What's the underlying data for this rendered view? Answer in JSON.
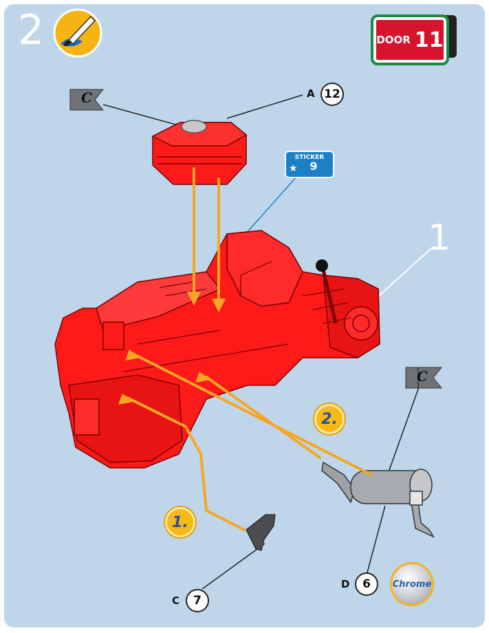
{
  "step": {
    "number": "2"
  },
  "door": {
    "label": "DOOR",
    "number": "11"
  },
  "callouts": {
    "part_a": {
      "letter": "A",
      "number": "12"
    },
    "part_c": {
      "letter": "C",
      "number": "7"
    },
    "part_d": {
      "letter": "D",
      "number": "6"
    }
  },
  "sticker": {
    "label": "STICKER",
    "number": "9"
  },
  "part_label": "1",
  "order": {
    "first": "1.",
    "second": "2."
  },
  "flags": {
    "top": "C",
    "right": "C"
  },
  "finish": {
    "label": "Chrome"
  },
  "colors": {
    "panel": "#bfd6ea",
    "engine": "#ff1a1a",
    "arrow": "#f6a623",
    "door": "#d7142b"
  },
  "icons": {
    "paint": "paintbrush-icon",
    "sticker_star": "star-icon"
  }
}
